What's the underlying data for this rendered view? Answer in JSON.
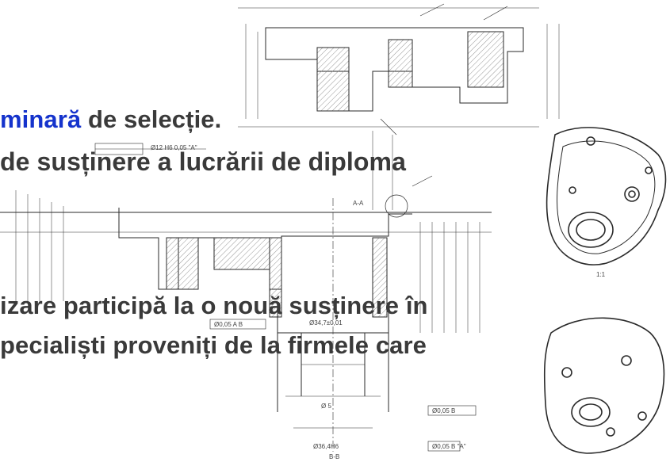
{
  "slide": {
    "line1": {
      "accent": "minară",
      "rest": " de selecție."
    },
    "line2": "de susținere a lucrării de diploma",
    "line3": "izare  participă la o nouă susținere  în",
    "line4": "pecialiști proveniți de la firmele care"
  },
  "drawing_labels": {
    "view_top": "A-A",
    "view_bottom": "B-B",
    "iso_caption": "1:1",
    "dim_1": "Ø34,7±0,01",
    "dim_2": "Ø0,05  A  B",
    "dim_3": "Ø 5",
    "dim_4": "Ø0,05  B",
    "dim_5": "Ø36,4H6",
    "dim_6": "Ø12  H6  0,05   \"A\"",
    "dim_7": "Ø0,05 B  \"A\""
  },
  "colors": {
    "accent": "#1533cc",
    "text": "#3a3a3a",
    "line": "#2a2a2a"
  }
}
